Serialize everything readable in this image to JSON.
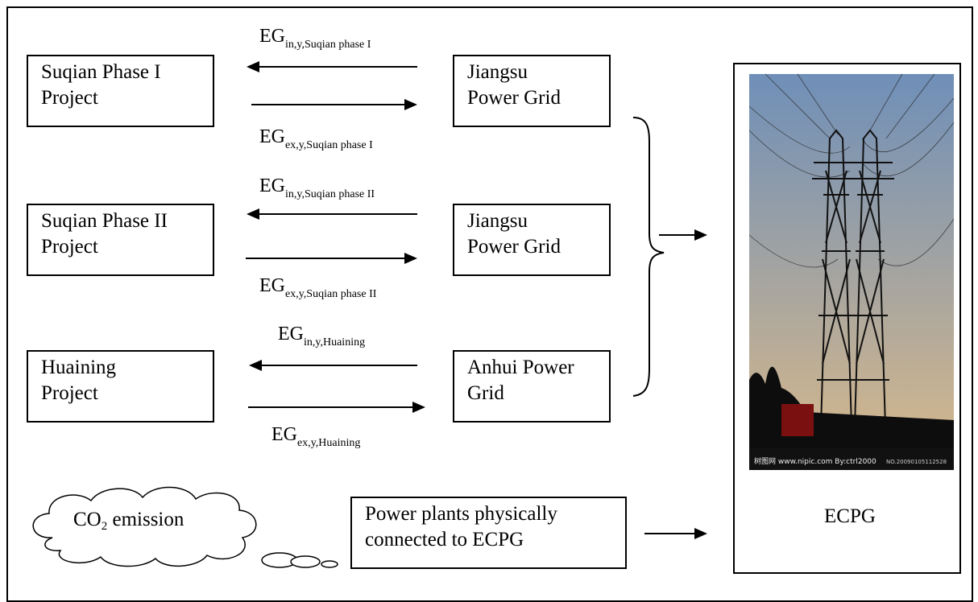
{
  "projects": [
    {
      "label": "Suqian Phase I\nProject"
    },
    {
      "label": "Suqian Phase II\nProject"
    },
    {
      "label": "Huaining\nProject"
    }
  ],
  "grids": [
    {
      "label": "Jiangsu\nPower Grid"
    },
    {
      "label": "Jiangsu\nPower Grid"
    },
    {
      "label": "Anhui Power\nGrid"
    }
  ],
  "flows": [
    {
      "in_base": "EG",
      "in_sub": "in,y,Suqian phase I",
      "ex_base": "EG",
      "ex_sub": "ex,y,Suqian phase I"
    },
    {
      "in_base": "EG",
      "in_sub": "in,y,Suqian phase II",
      "ex_base": "EG",
      "ex_sub": "ex,y,Suqian phase II"
    },
    {
      "in_base": "EG",
      "in_sub": "in,y,Huaining",
      "ex_base": "EG",
      "ex_sub": "ex,y,Huaining"
    }
  ],
  "cloud": {
    "co": "CO",
    "sub": "2",
    "rest": " emission"
  },
  "plants_box": {
    "label": "Power plants physically\nconnected to ECPG"
  },
  "ecpg": {
    "label": "ECPG",
    "photo_caption_left": "树图网 www.nipic.com  By:ctrl2000",
    "photo_caption_right": "NO.20090105112528"
  },
  "colors": {
    "sky_top": "#6f8fb8",
    "sky_bottom": "#d9b98a",
    "tower": "#111111"
  }
}
